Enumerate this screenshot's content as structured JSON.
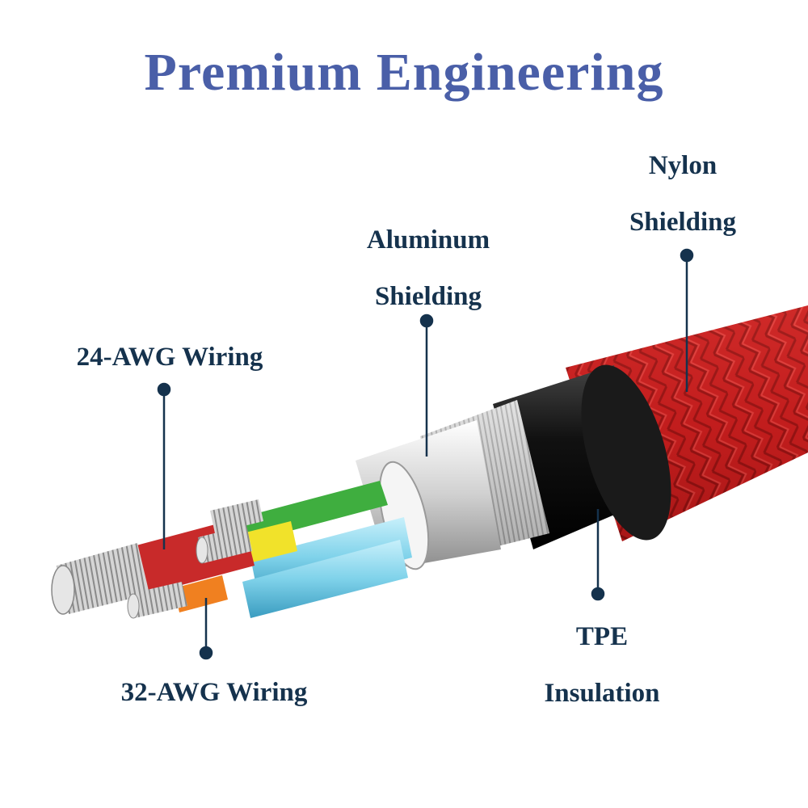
{
  "title": "Premium Engineering",
  "labels": {
    "wiring_24awg": "24-AWG Wiring",
    "aluminum_line1": "Aluminum",
    "aluminum_line2": "Shielding",
    "nylon_line1": "Nylon",
    "nylon_line2": "Shielding",
    "wiring_32awg": "32-AWG Wiring",
    "tpe_line1": "TPE",
    "tpe_line2": "Insulation"
  },
  "colors": {
    "title": "#4a5fa8",
    "label": "#15324d",
    "leader": "#15324d",
    "nylon_braid": "#c81e1e",
    "tpe": "#111111",
    "aluminum": "#d9d9d9",
    "wire_red": "#c82a2a",
    "wire_green": "#3fae3f",
    "wire_yellow": "#f1e22a",
    "wire_orange": "#f08020",
    "wire_blue": "#7fd2ea"
  },
  "icons": [
    "cable-cross-section-illustration"
  ]
}
